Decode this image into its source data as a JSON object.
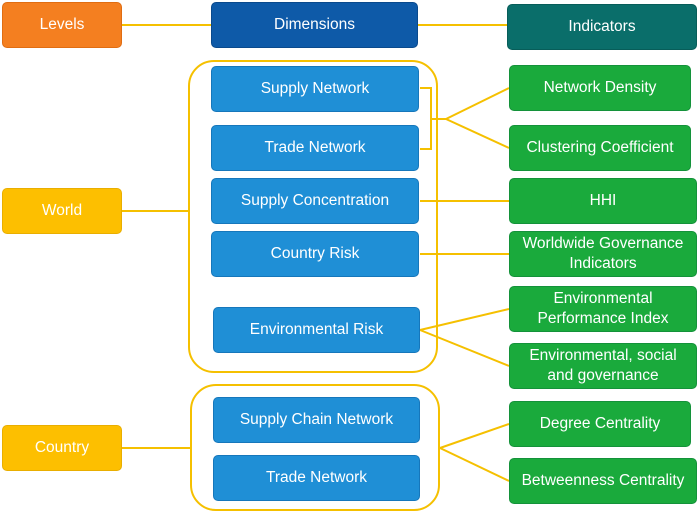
{
  "headers": {
    "levels": "Levels",
    "dimensions": "Dimensions",
    "indicators": "Indicators"
  },
  "levels": [
    "World",
    "Country"
  ],
  "dimensions": {
    "world": [
      "Supply Network",
      "Trade Network",
      "Supply Concentration",
      "Country Risk",
      "Environmental Risk"
    ],
    "country": [
      "Supply Chain Network",
      "Trade Network"
    ]
  },
  "indicators": {
    "network_density": "Network Density",
    "clustering_coefficient": "Clustering Coefficient",
    "hhi": "HHI",
    "wgi_line1": "Worldwide Governance",
    "wgi_line2": "Indicators",
    "epi_line1": "Environmental",
    "epi_line2": "Performance Index",
    "esg_line1": "Environmental, social",
    "esg_line2": "and governance",
    "degree_centrality": "Degree Centrality",
    "betweenness_centrality": "Betweenness Centrality"
  },
  "colors": {
    "levels_header": "#f47f20",
    "dimensions_header": "#0e5aa8",
    "indicators_header": "#0a6e6a",
    "level_box": "#fdbf00",
    "dimension_box": "#1f8fd6",
    "indicator_box": "#1aaa3c",
    "connector": "#f5c000"
  }
}
